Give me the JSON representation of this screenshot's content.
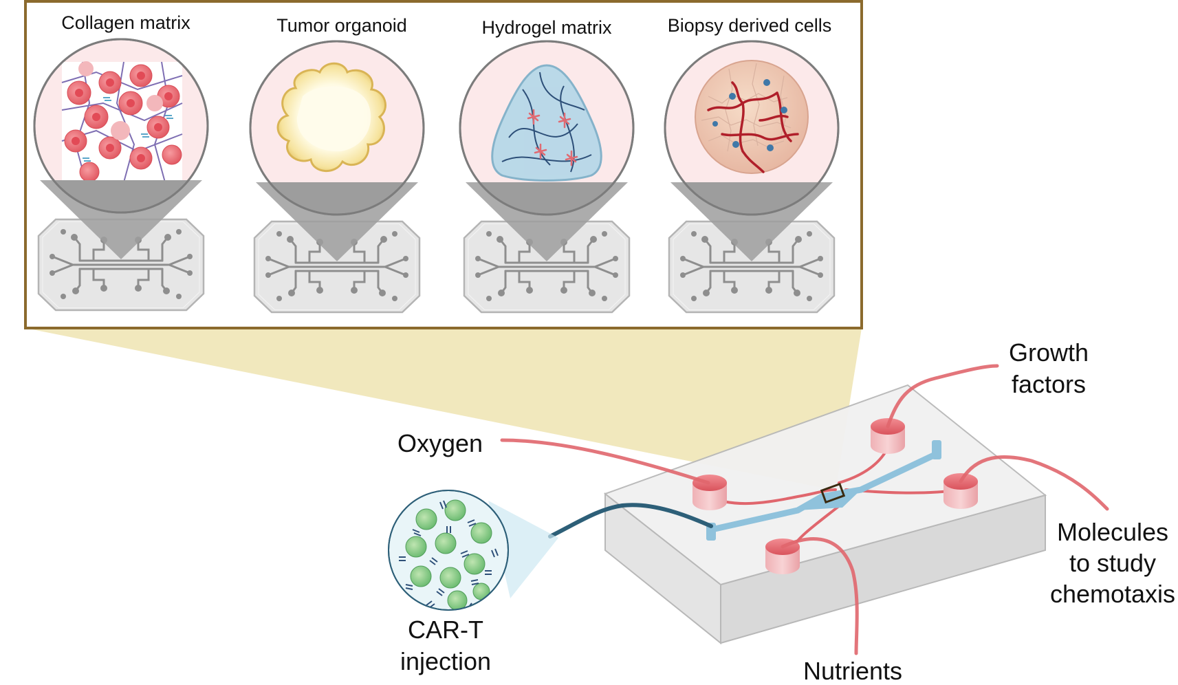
{
  "panels": [
    {
      "title": "Collagen matrix"
    },
    {
      "title": "Tumor organoid"
    },
    {
      "title": "Hydrogel matrix"
    },
    {
      "title": "Biopsy derived cells"
    }
  ],
  "labels": {
    "oxygen": "Oxygen",
    "growth_1": "Growth",
    "growth_2": "factors",
    "molecules_1": "Molecules",
    "molecules_2": "to study",
    "molecules_3": "chemotaxis",
    "nutrients": "Nutrients",
    "cart_1": "CAR-T",
    "cart_2": "injection"
  },
  "colors": {
    "frame": "#8b6a2d",
    "zoom_wedge": "#efe5b6",
    "circle_bg": "#fce9ea",
    "tube_red": "#e0666d",
    "channel_blue": "#8fc2dc",
    "tube_dark": "#2d5f78",
    "chip_fill": "#e6e6e6"
  }
}
